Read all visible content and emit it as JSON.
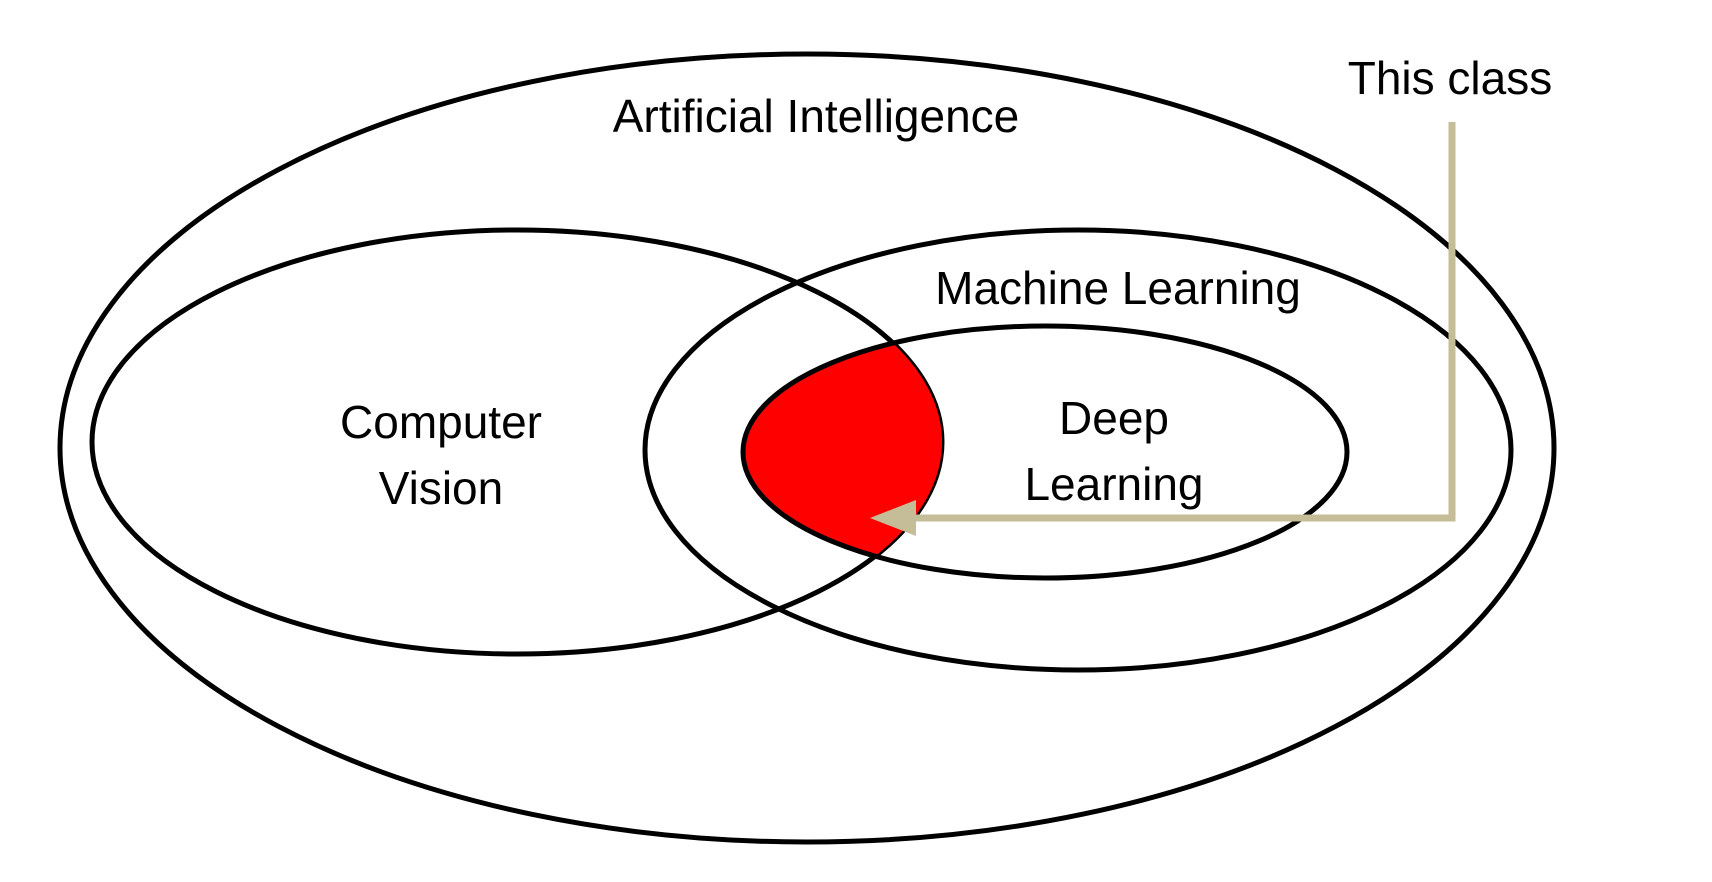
{
  "diagram": {
    "labels": {
      "artificial_intelligence": "Artificial Intelligence",
      "machine_learning": "Machine Learning",
      "computer_vision_line1": "Computer",
      "computer_vision_line2": "Vision",
      "deep_learning_line1": "Deep",
      "deep_learning_line2": "Learning",
      "this_class": "This class"
    },
    "colors": {
      "outline": "#000000",
      "highlight": "#ff0000",
      "pointer": "#c4bd97",
      "background": "#ffffff"
    }
  }
}
